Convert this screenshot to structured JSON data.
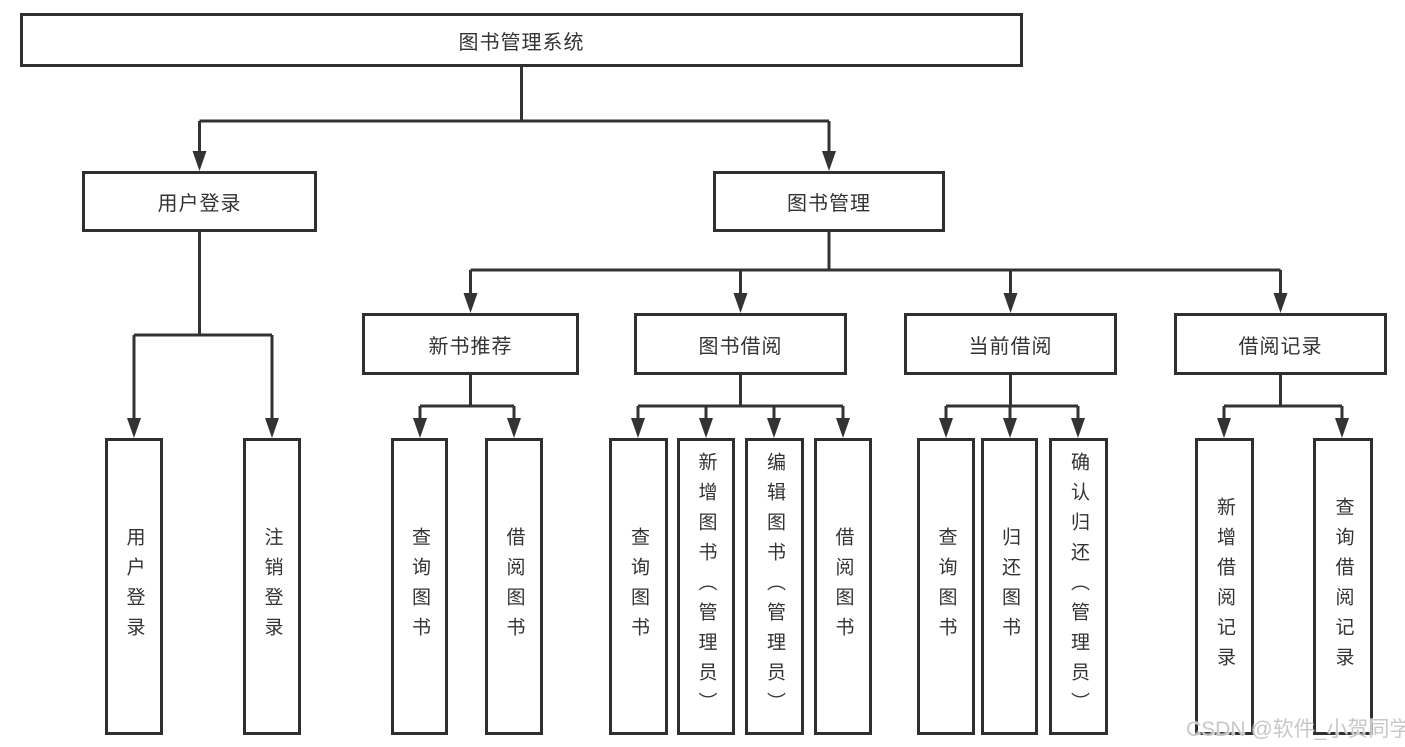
{
  "title": "图书管理系统",
  "branches": {
    "user_login": {
      "label": "用户登录",
      "children": [
        "用户登录",
        "注销登录"
      ]
    },
    "book_management": {
      "label": "图书管理",
      "groups": [
        {
          "label": "新书推荐",
          "children": [
            "查询图书",
            "借阅图书"
          ]
        },
        {
          "label": "图书借阅",
          "children": [
            "查询图书",
            "新增图书（管理员）",
            "编辑图书（管理员）",
            "借阅图书"
          ]
        },
        {
          "label": "当前借阅",
          "children": [
            "查询图书",
            "归还图书",
            "确认归还（管理员）"
          ]
        },
        {
          "label": "借阅记录",
          "children": [
            "新增借阅记录",
            "查询借阅记录"
          ]
        }
      ]
    }
  },
  "watermark": "CSDN @软件_小贺同学",
  "colors": {
    "line": "#333333",
    "box_border": "#2f2f2f",
    "text": "#333333",
    "watermark": "#c8c8c8",
    "background": "#ffffff"
  }
}
